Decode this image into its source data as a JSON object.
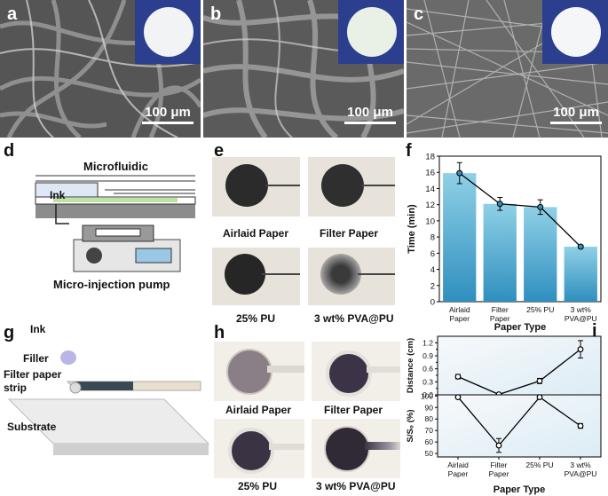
{
  "panel_letters": {
    "a": "a",
    "b": "b",
    "c": "c",
    "d": "d",
    "e": "e",
    "f": "f",
    "g": "g",
    "h": "h",
    "i": "i"
  },
  "sem": {
    "scale_a": "100 μm",
    "scale_b": "100 μm",
    "scale_c": "100 μm"
  },
  "schematic_d": {
    "microfluidic": "Microfluidic",
    "ink": "Ink",
    "pump": "Micro-injection pump"
  },
  "panel_e": {
    "airlaid": "Airlaid Paper",
    "filter": "Filter Paper",
    "pu": "25% PU",
    "pva": "3 wt% PVA@PU"
  },
  "schematic_g": {
    "ink": "Ink",
    "filler": "Filler",
    "strip_line1": "Filter paper",
    "strip_line2": "strip",
    "substrate": "Substrate"
  },
  "panel_h": {
    "airlaid": "Airlaid Paper",
    "filter": "Filter Paper",
    "pu": "25% PU",
    "pva": "3 wt% PVA@PU"
  },
  "chart_data": [
    {
      "type": "bar",
      "categories": [
        "Airlaid Paper",
        "Filter Paper",
        "25% PU",
        "3 wt% PVA@PU"
      ],
      "category_lines": [
        [
          "Airlaid",
          "Paper"
        ],
        [
          "Filter",
          "Paper"
        ],
        [
          "25% PU"
        ],
        [
          "3 wt%",
          "PVA@PU"
        ]
      ],
      "values": [
        15.9,
        12.1,
        11.7,
        6.8
      ],
      "errors": [
        1.3,
        0.8,
        0.9,
        0.2
      ],
      "xlabel": "Paper Type",
      "ylabel": "Time (min)",
      "ylim": [
        0,
        18
      ],
      "yticks": [
        0,
        2,
        4,
        6,
        8,
        10,
        12,
        14,
        16,
        18
      ],
      "overlay": "line with markers"
    },
    {
      "type": "line",
      "categories": [
        "Airlaid Paper",
        "Filter Paper",
        "25% PU",
        "3 wt% PVA@PU"
      ],
      "category_lines": [
        [
          "Airlaid",
          "Paper"
        ],
        [
          "Filter",
          "Paper"
        ],
        [
          "25% PU"
        ],
        [
          "3 wt%",
          "PVA@PU"
        ]
      ],
      "xlabel": "Paper Type",
      "top": {
        "ylabel": "Distance (cm)",
        "values": [
          0.42,
          0.01,
          0.32,
          1.05
        ],
        "errors": [
          0.05,
          0.02,
          0.06,
          0.2
        ],
        "ylim": [
          0,
          1.35
        ],
        "yticks": [
          "0.0",
          "0.3",
          "0.6",
          "0.9",
          "1.2"
        ],
        "ytick_values": [
          0,
          0.3,
          0.6,
          0.9,
          1.2
        ],
        "minor_ticks": [
          0.15,
          0.45,
          0.75,
          1.05
        ]
      },
      "bottom": {
        "ylabel": "S/S₀ (%)",
        "values": [
          99,
          57,
          99,
          74
        ],
        "errors": [
          1,
          6,
          1,
          2
        ],
        "ylim": [
          47,
          101
        ],
        "yticks": [
          "50",
          "60",
          "70",
          "80",
          "90",
          "100"
        ],
        "ytick_values": [
          50,
          60,
          70,
          80,
          90,
          100
        ]
      }
    }
  ],
  "colors": {
    "bar_top": "#8fd0e6",
    "bar_bottom": "#2f8fbf",
    "inset_bg": "#2c3f8f",
    "line": "#000000"
  }
}
